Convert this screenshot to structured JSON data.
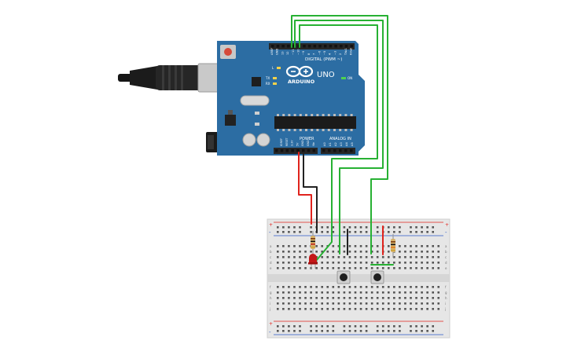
{
  "arduino": {
    "brand": "ARDUINO",
    "model": "UNO",
    "digital_label": "DIGITAL (PWM ~)",
    "power_label": "POWER",
    "analog_label": "ANALOG IN",
    "on_label": "ON",
    "tx_label": "TX",
    "rx_label": "RX",
    "l_label": "L",
    "header_labels": [
      "AREF",
      "GND",
      "13",
      "12",
      "~11",
      "~10",
      "~9",
      "8",
      "7",
      "~6",
      "~5",
      "4",
      "~3",
      "2",
      "TX▸1",
      "RX◂0"
    ],
    "power_pins": [
      "IOREF",
      "RESET",
      "3.3V",
      "5V",
      "GND",
      "GND",
      "Vin"
    ],
    "analog_pins": [
      "A0",
      "A1",
      "A2",
      "A3",
      "A4",
      "A5"
    ]
  },
  "colors": {
    "board": "#2c6da3",
    "board_dark": "#1f5482",
    "header": "#2a2a2a",
    "wire_green": "#27b133",
    "wire_red": "#e0231d",
    "wire_black": "#222222",
    "led": "#c41818",
    "breadboard": "#e6e6e6",
    "rail_red": "#e0231d",
    "rail_blue": "#2a58c8"
  },
  "breadboard": {
    "rail_plus": "+",
    "rail_minus": "-",
    "row_labels_top": [
      "a",
      "b",
      "c",
      "d",
      "e"
    ],
    "row_labels_bottom": [
      "f",
      "g",
      "h",
      "i",
      "j"
    ]
  }
}
